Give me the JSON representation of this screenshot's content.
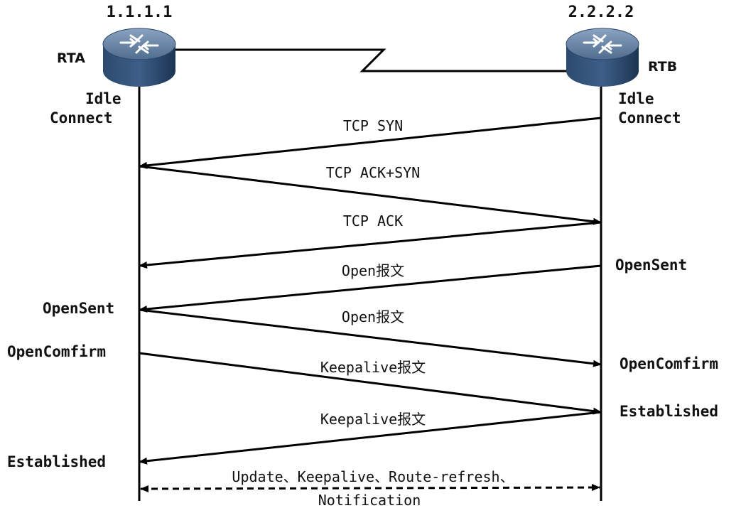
{
  "routers": {
    "rta": {
      "name": "RTA",
      "ip": "1.1.1.1",
      "states": {
        "idle": "Idle",
        "connect": "Connect",
        "open_sent": "OpenSent",
        "open_confirm": "OpenComfirm",
        "established": "Established"
      }
    },
    "rtb": {
      "name": "RTB",
      "ip": "2.2.2.2",
      "states": {
        "idle": "Idle",
        "connect": "Connect",
        "open_sent": "OpenSent",
        "open_confirm": "OpenComfirm",
        "established": "Established"
      }
    }
  },
  "messages": {
    "tcp_syn": "TCP SYN",
    "tcp_ack_syn": "TCP ACK+SYN",
    "tcp_ack": "TCP ACK",
    "open_1": "Open报文",
    "open_2": "Open报文",
    "keepalive_1": "Keepalive报文",
    "keepalive_2": "Keepalive报文",
    "exchange_line1": "Update、Keepalive、Route-refresh、",
    "exchange_line2": "Notification"
  },
  "colors": {
    "router_top": "#4f6d8f",
    "router_body": "#1f3b5c",
    "router_symbol": "#ffffff",
    "lines": "#000000"
  },
  "icons": {
    "rta": "router-icon",
    "rtb": "router-icon"
  }
}
